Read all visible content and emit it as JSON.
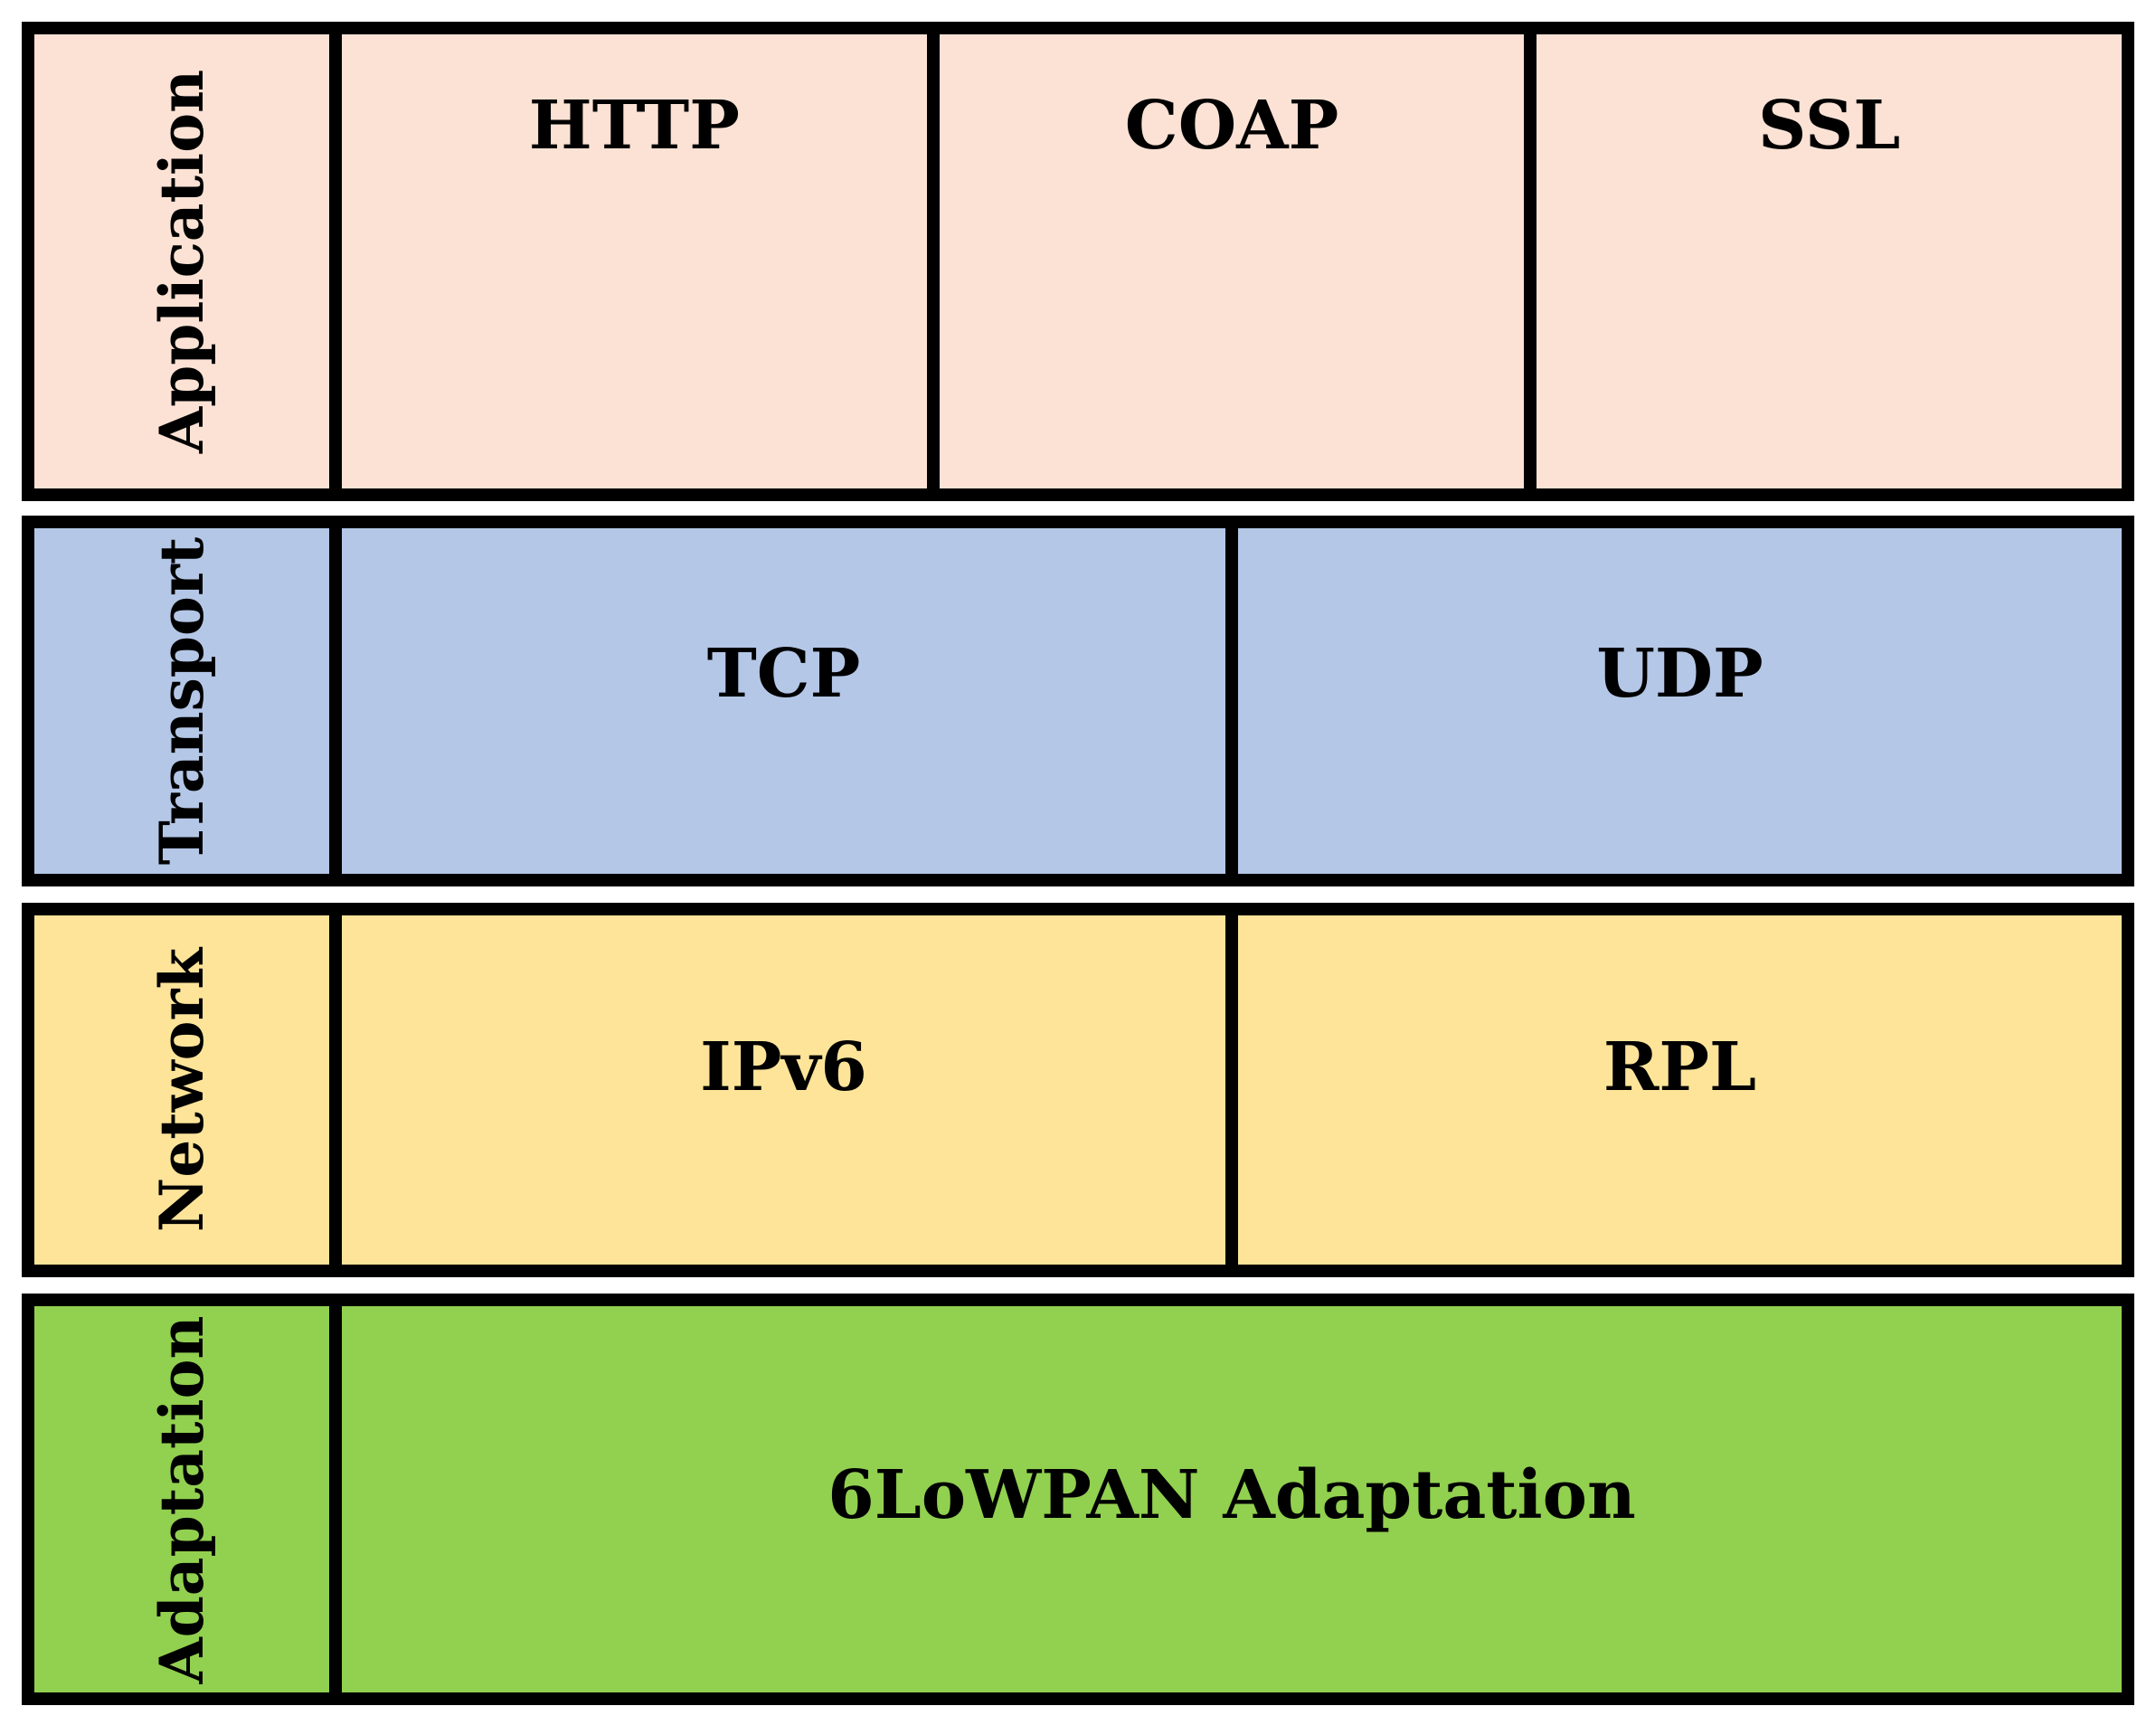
{
  "colors": {
    "application": "#fbe2d5",
    "transport": "#b4c7e7",
    "network": "#fde499",
    "adaptation": "#92d050",
    "border": "#000000"
  },
  "layers": [
    {
      "name": "Application",
      "protocols": [
        "HTTP",
        "COAP",
        "SSL"
      ]
    },
    {
      "name": "Transport",
      "protocols": [
        "TCP",
        "UDP"
      ]
    },
    {
      "name": "Network",
      "protocols": [
        "IPv6",
        "RPL"
      ]
    },
    {
      "name": "Adaptation",
      "protocols": [
        "6LoWPAN Adaptation"
      ]
    }
  ]
}
